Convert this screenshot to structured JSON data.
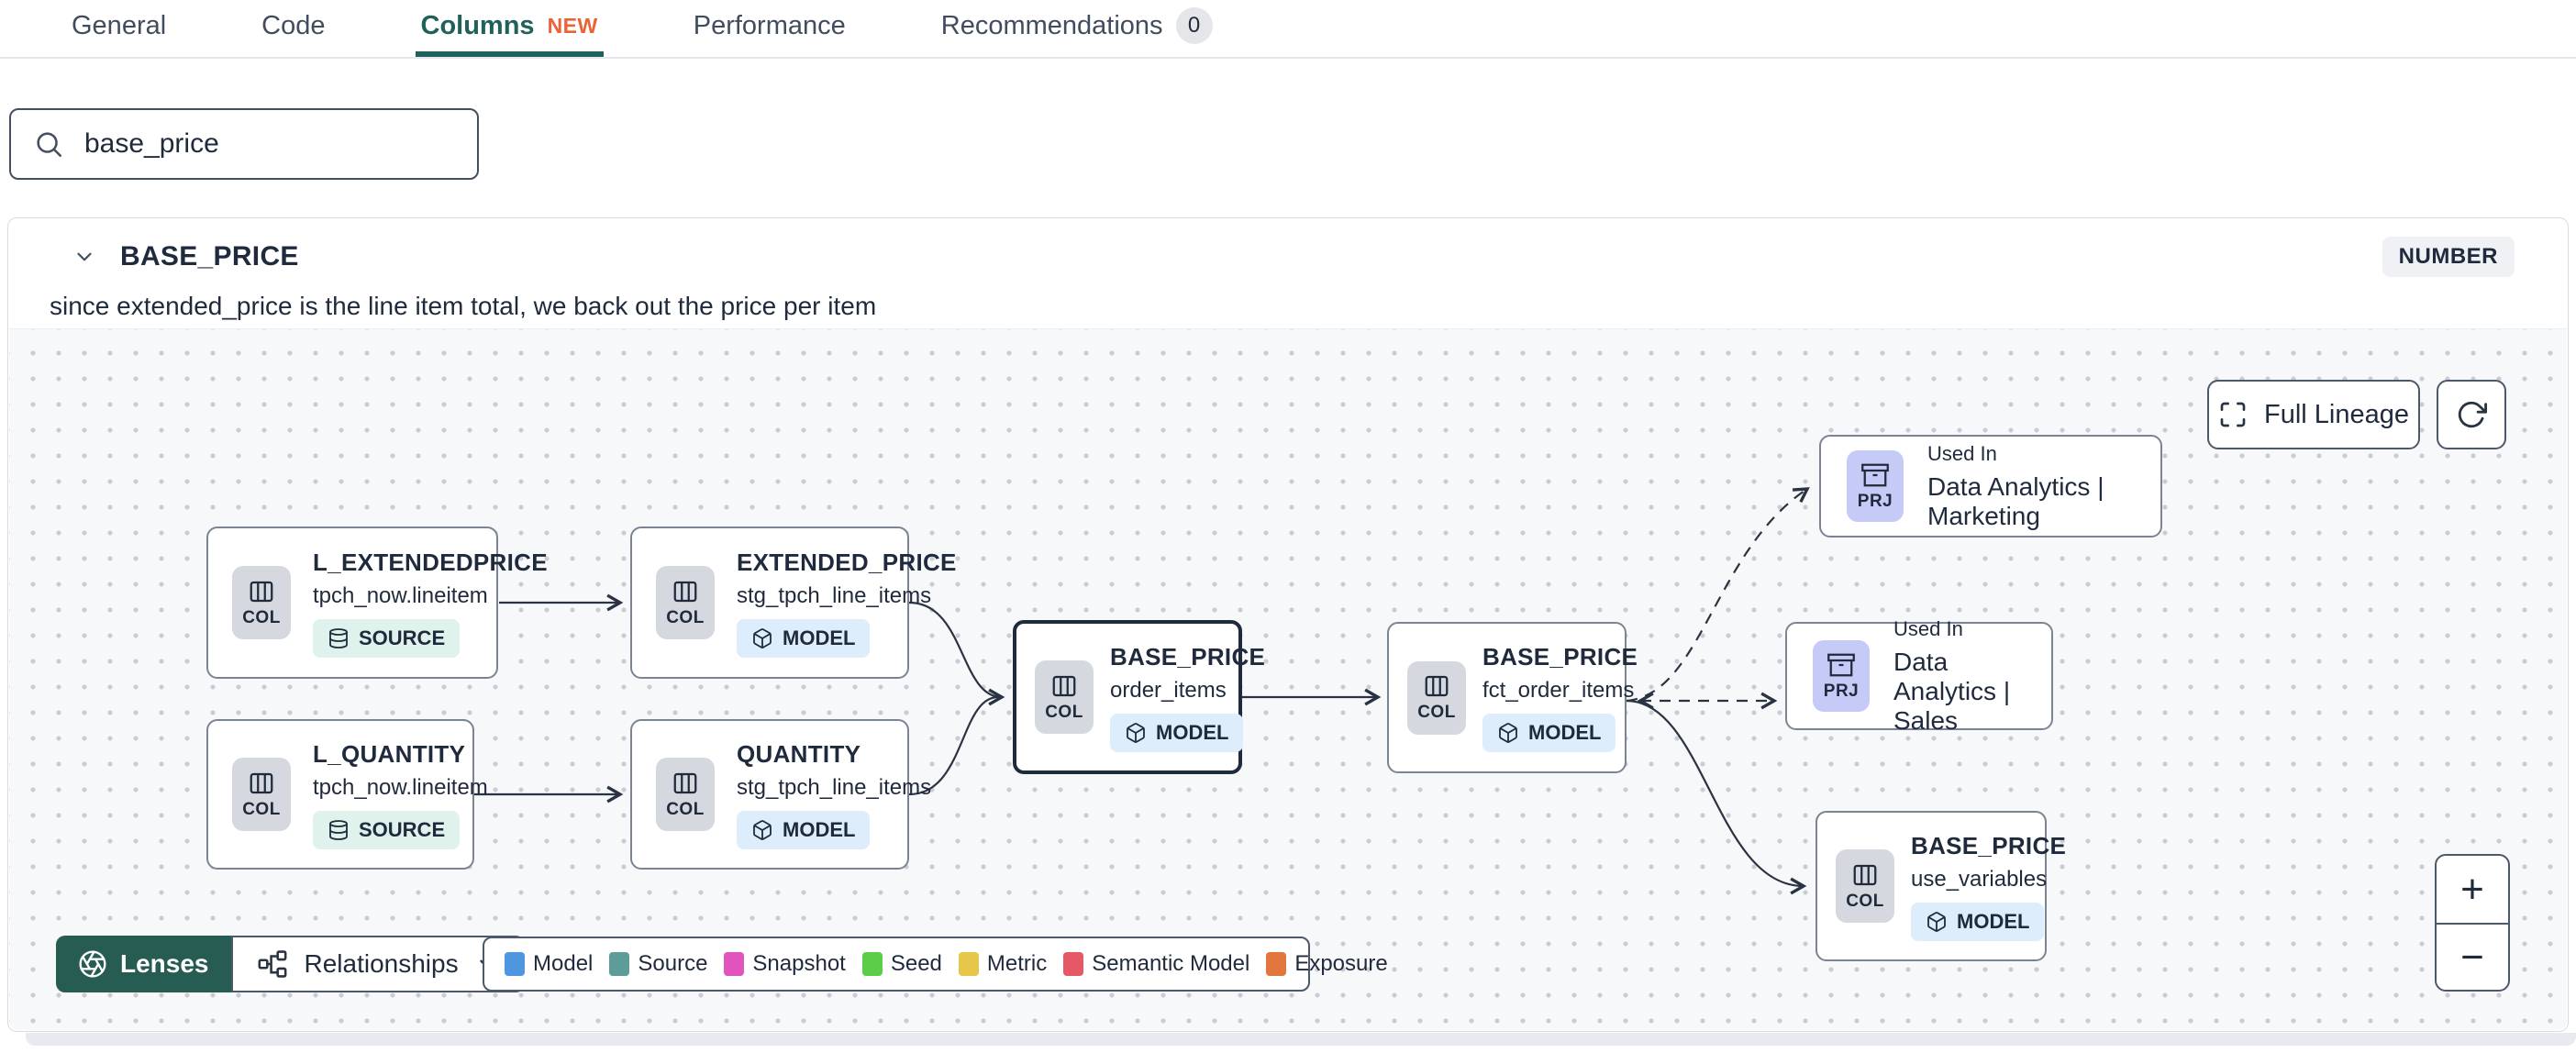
{
  "tabs": {
    "items": [
      {
        "label": "General"
      },
      {
        "label": "Code"
      },
      {
        "label": "Columns",
        "badge": "NEW"
      },
      {
        "label": "Performance"
      },
      {
        "label": "Recommendations",
        "count": "0"
      }
    ]
  },
  "search": {
    "value": "base_price"
  },
  "column": {
    "name": "BASE_PRICE",
    "type": "NUMBER",
    "description": "since extended_price is the line item total, we back out the price per item"
  },
  "lineage": {
    "full_lineage_label": "Full Lineage",
    "lenses_label": "Lenses",
    "relationships_label": "Relationships",
    "zoom_in": "+",
    "zoom_out": "−",
    "nodes": [
      {
        "title": "L_EXTENDEDPRICE",
        "subtitle": "tpch_now.lineitem",
        "chip": "COL",
        "badge": "SOURCE"
      },
      {
        "title": "EXTENDED_PRICE",
        "subtitle": "stg_tpch_line_items",
        "chip": "COL",
        "badge": "MODEL"
      },
      {
        "title": "L_QUANTITY",
        "subtitle": "tpch_now.lineitem",
        "chip": "COL",
        "badge": "SOURCE"
      },
      {
        "title": "QUANTITY",
        "subtitle": "stg_tpch_line_items",
        "chip": "COL",
        "badge": "MODEL"
      },
      {
        "title": "BASE_PRICE",
        "subtitle": "order_items",
        "chip": "COL",
        "badge": "MODEL"
      },
      {
        "title": "BASE_PRICE",
        "subtitle": "fct_order_items",
        "chip": "COL",
        "badge": "MODEL"
      },
      {
        "title": "BASE_PRICE",
        "subtitle": "use_variables",
        "chip": "COL",
        "badge": "MODEL"
      }
    ],
    "used_in": [
      {
        "label": "Used In",
        "name": "Data Analytics | Marketing",
        "chip": "PRJ"
      },
      {
        "label": "Used In",
        "name": "Data Analytics | Sales",
        "chip": "PRJ"
      }
    ],
    "legend": [
      {
        "label": "Model",
        "color": "#4e96e0"
      },
      {
        "label": "Source",
        "color": "#5d9c98"
      },
      {
        "label": "Snapshot",
        "color": "#e153bd"
      },
      {
        "label": "Seed",
        "color": "#5bcd49"
      },
      {
        "label": "Metric",
        "color": "#e5c84a"
      },
      {
        "label": "Semantic Model",
        "color": "#e65866"
      },
      {
        "label": "Exposure",
        "color": "#e2773e"
      }
    ]
  },
  "colors": {
    "accent_teal": "#20615b",
    "new_badge_orange": "#eb6239",
    "lenses_green": "#265c52",
    "edge": "#2a3342"
  }
}
